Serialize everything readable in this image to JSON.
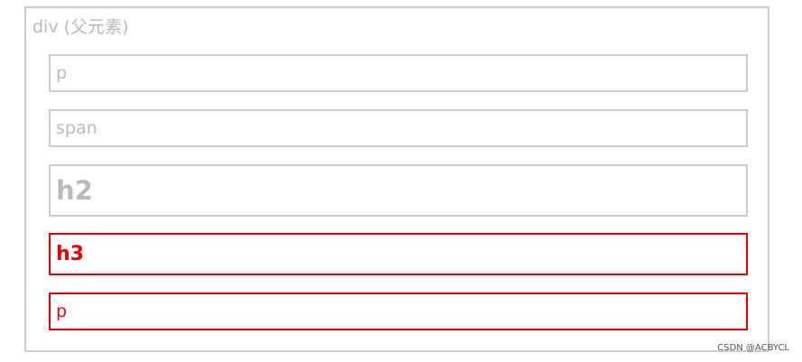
{
  "parent": {
    "label": "div (父元素)"
  },
  "children": [
    {
      "label": "p",
      "selected": false
    },
    {
      "label": "span",
      "selected": false
    },
    {
      "label": "h2",
      "selected": false
    },
    {
      "label": "h3",
      "selected": true
    },
    {
      "label": "p",
      "selected": true
    }
  ],
  "colors": {
    "inactive_border": "#cccccc",
    "inactive_text": "#bbbbbb",
    "highlight": "#ee0000"
  },
  "watermark": "CSDN @ACBYCL"
}
